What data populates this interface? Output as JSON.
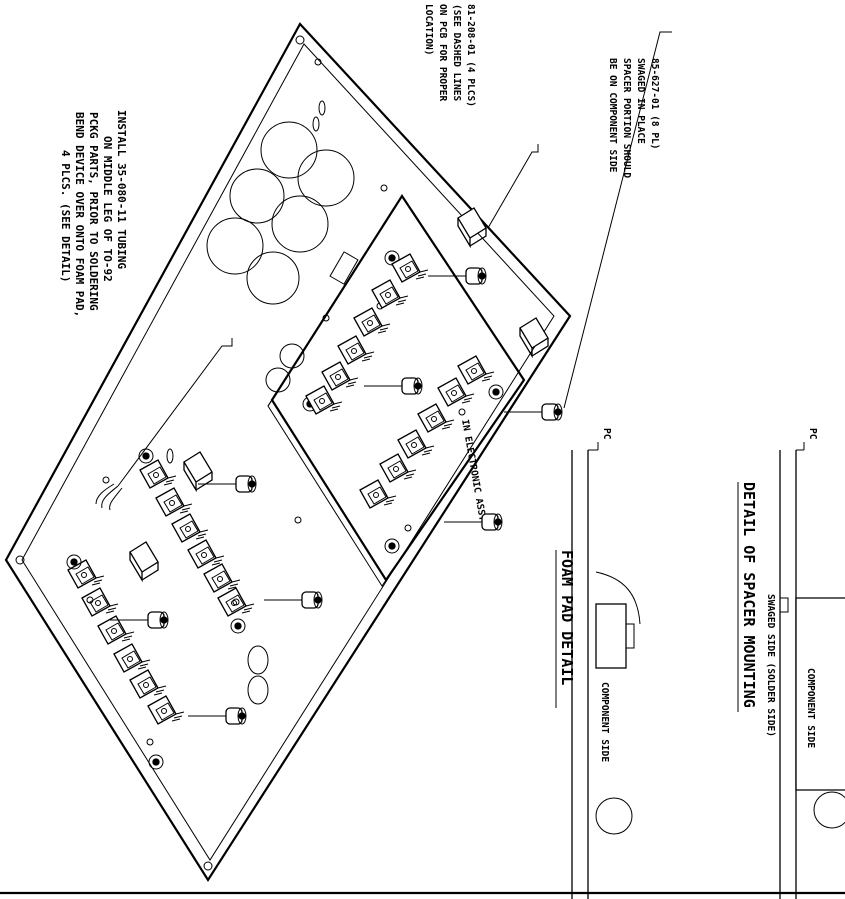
{
  "notes": {
    "tubing_note": [
      "INSTALL 35-080-11 TUBING",
      "ON MIDDLE LEG OF TO-92",
      "PCKG PARTS, PRIOR TO SOLDERING",
      "BEND DEVICE OVER ONTO FOAM PAD,",
      "4 PLCS. (SEE DETAIL)"
    ],
    "foam_pad_note": [
      "81-208-01 (4 PLCS)",
      "(SEE DASHED LINES",
      "ON PCB FOR PROPER",
      "LOCATION)"
    ],
    "spacer_note": [
      "85-627-01 (8 PL)",
      "SWAGED IN PLACE",
      "SPACER PORTION SHOULD",
      "BE ON COMPONENT SIDE"
    ]
  },
  "details": {
    "foam_pad": {
      "title": "FOAM PAD DETAIL",
      "pc_label": "PC",
      "component_side_label": "COMPONENT SIDE"
    },
    "spacer_mounting": {
      "title": "DETAIL OF SPACER MOUNTING",
      "pc_label": "PC",
      "component_side_label": "COMPONENT SIDE",
      "swaged_side_label": "SWAGED SIDE (SOLDER SIDE)"
    }
  },
  "board_silkscreen": "IN ELECTRONIC ASSY"
}
